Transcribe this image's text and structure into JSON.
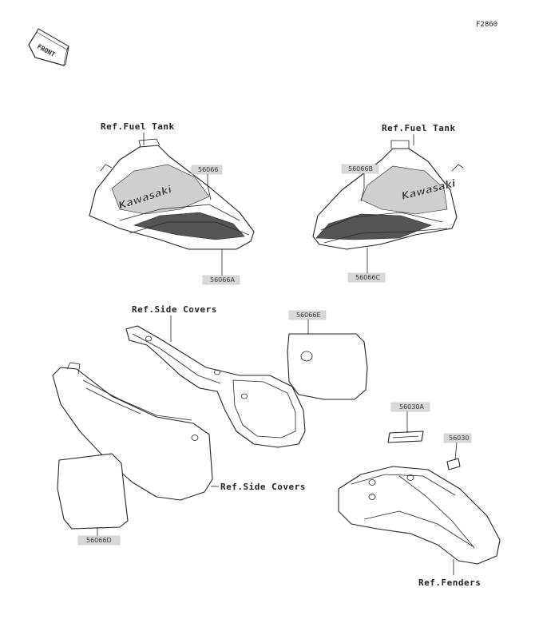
{
  "figure_code": "F2860",
  "front_label": "FRONT",
  "brand_text": "Kawasaki",
  "references": {
    "fuel_tank_left": "Ref.Fuel Tank",
    "fuel_tank_right": "Ref.Fuel Tank",
    "side_covers_top": "Ref.Side Covers",
    "side_covers_bottom": "Ref.Side Covers",
    "fenders": "Ref.Fenders"
  },
  "parts": {
    "p56066": "56066",
    "p56066A": "56066A",
    "p56066B": "56066B",
    "p56066C": "56066C",
    "p56066E": "56066E",
    "p56066D": "56066D",
    "p56030A": "56030A",
    "p56030": "56030"
  }
}
